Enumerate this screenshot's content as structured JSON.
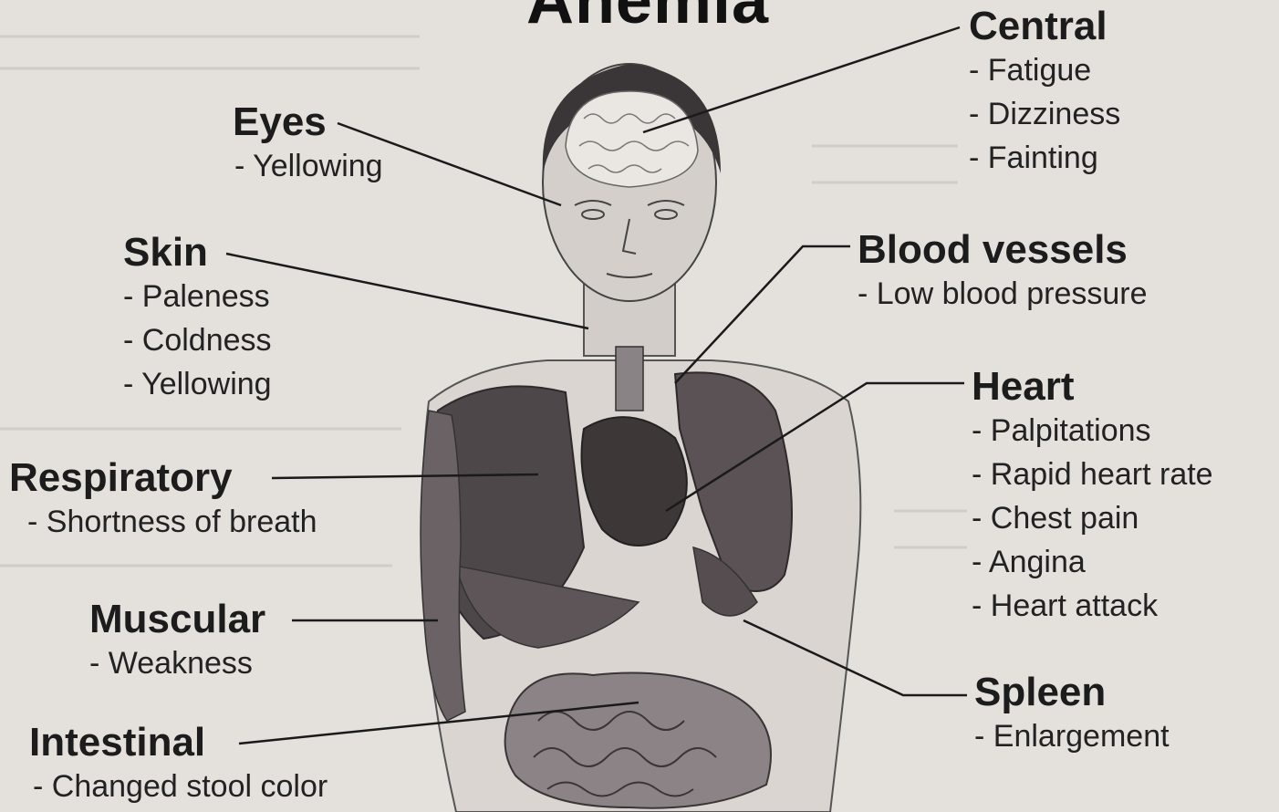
{
  "title": "Anemia",
  "groups": [
    {
      "heading": "Eyes",
      "items": [
        "- Yellowing"
      ]
    },
    {
      "heading": "Skin",
      "items": [
        "- Paleness",
        "- Coldness",
        "- Yellowing"
      ]
    },
    {
      "heading": "Respiratory",
      "items": [
        "- Shortness of breath"
      ]
    },
    {
      "heading": "Muscular",
      "items": [
        "- Weakness"
      ]
    },
    {
      "heading": "Intestinal",
      "items": [
        "- Changed stool color"
      ]
    },
    {
      "heading": "Central",
      "items": [
        "- Fatigue",
        "- Dizziness",
        "- Fainting"
      ]
    },
    {
      "heading": "Blood vessels",
      "items": [
        "- Low blood pressure"
      ]
    },
    {
      "heading": "Heart",
      "items": [
        "- Palpitations",
        "- Rapid heart rate",
        "- Chest pain",
        "- Angina",
        "- Heart attack"
      ]
    },
    {
      "heading": "Spleen",
      "items": [
        "- Enlargement"
      ]
    }
  ],
  "colors": {
    "background": "#e4e1dc",
    "text": "#1b1b1b",
    "organs": "#4a4345",
    "skin": "#d9d4cf"
  }
}
